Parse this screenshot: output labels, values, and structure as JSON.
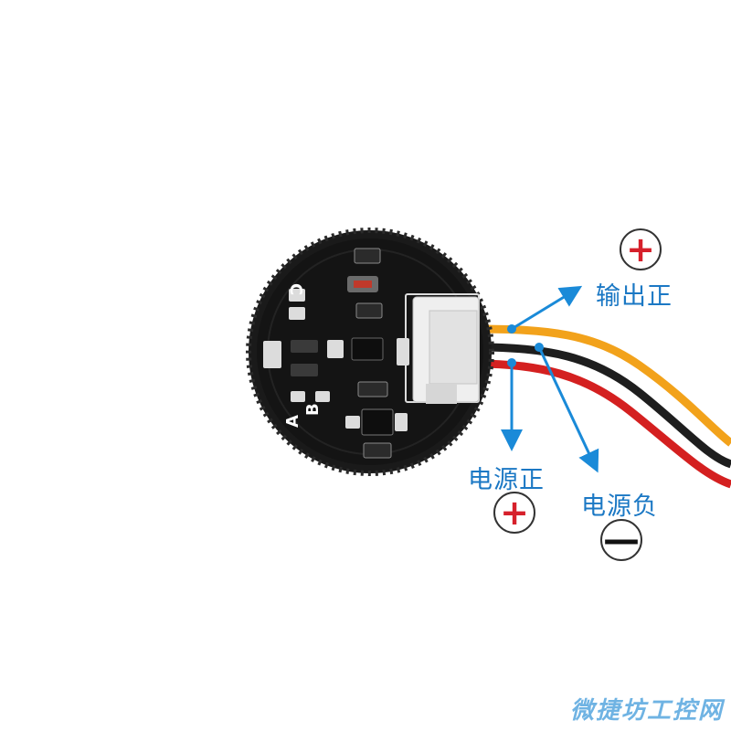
{
  "labels": {
    "output_positive": "输出正",
    "power_positive": "电源正",
    "power_negative": "电源负"
  },
  "signs": {
    "plus_top": "+",
    "plus_bottom": "+",
    "minus": "—"
  },
  "board_markings": {
    "pad_c": "C",
    "pad_b": "B",
    "pad_a": "A"
  },
  "watermark": "微捷坊工控网",
  "wire_colors": {
    "output": "#f2a21b",
    "ground": "#1e1e1e",
    "power": "#d42020"
  },
  "colors": {
    "label_text": "#1b78c4",
    "arrow": "#1a8ad8",
    "plus_sign": "#d6202b",
    "pcb": "#141414"
  }
}
